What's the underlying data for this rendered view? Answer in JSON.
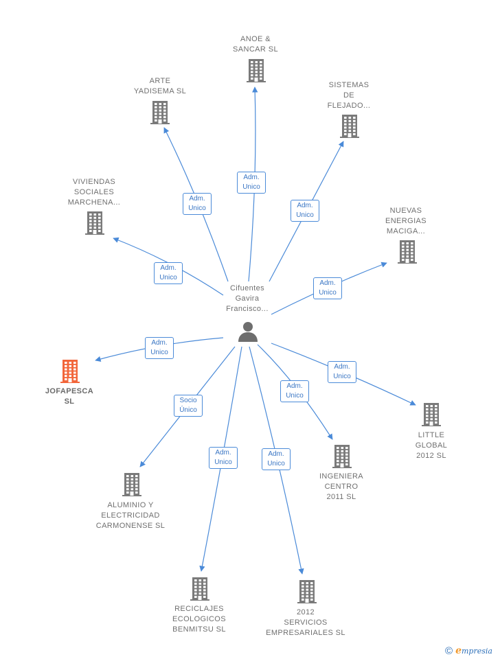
{
  "center": {
    "label": "Cifuentes\nGavira\nFrancisco..."
  },
  "nodes": [
    {
      "id": "anoe",
      "label": "ANOE &\nSANCAR  SL",
      "focus": false
    },
    {
      "id": "arte",
      "label": "ARTE\nYADISEMA  SL",
      "focus": false
    },
    {
      "id": "sistemas",
      "label": "SISTEMAS\nDE\nFLEJADO...",
      "focus": false
    },
    {
      "id": "viviendas",
      "label": "VIVIENDAS\nSOCIALES\nMARCHENA...",
      "focus": false
    },
    {
      "id": "nuevas",
      "label": "NUEVAS\nENERGIAS\nMACIGA...",
      "focus": false
    },
    {
      "id": "jofapesca",
      "label": "JOFAPESCA\nSL",
      "focus": true
    },
    {
      "id": "little",
      "label": "LITTLE\nGLOBAL\n2012 SL",
      "focus": false
    },
    {
      "id": "ingeniera",
      "label": "INGENIERA\nCENTRO\n2011 SL",
      "focus": false
    },
    {
      "id": "aluminio",
      "label": "ALUMINIO Y\nELECTRICIDAD\nCARMONENSE SL",
      "focus": false
    },
    {
      "id": "reciclajes",
      "label": "RECICLAJES\nECOLOGICOS\nBENMITSU  SL",
      "focus": false
    },
    {
      "id": "servicios",
      "label": "2012\nSERVICIOS\nEMPRESARIALES SL",
      "focus": false
    }
  ],
  "edges": [
    {
      "to": "anoe",
      "role": "Adm.\nUnico"
    },
    {
      "to": "arte",
      "role": "Adm.\nUnico"
    },
    {
      "to": "sistemas",
      "role": "Adm.\nUnico"
    },
    {
      "to": "viviendas",
      "role": "Adm.\nUnico"
    },
    {
      "to": "nuevas",
      "role": "Adm.\nUnico"
    },
    {
      "to": "jofapesca",
      "role": "Adm.\nUnico"
    },
    {
      "to": "little",
      "role": "Adm.\nUnico"
    },
    {
      "to": "ingeniera",
      "role": "Adm.\nUnico"
    },
    {
      "to": "aluminio",
      "role": "Socio\nÚnico"
    },
    {
      "to": "reciclajes",
      "role": "Adm.\nUnico"
    },
    {
      "to": "servicios",
      "role": "Adm.\nUnico"
    }
  ],
  "colors": {
    "edge": "#4a8ad8",
    "building": "#7a7a7a",
    "building_focus": "#f2663a",
    "person": "#6e6e6e"
  },
  "footer": {
    "copyright": "©",
    "brand_e": "e",
    "brand_rest": "mpresia"
  }
}
